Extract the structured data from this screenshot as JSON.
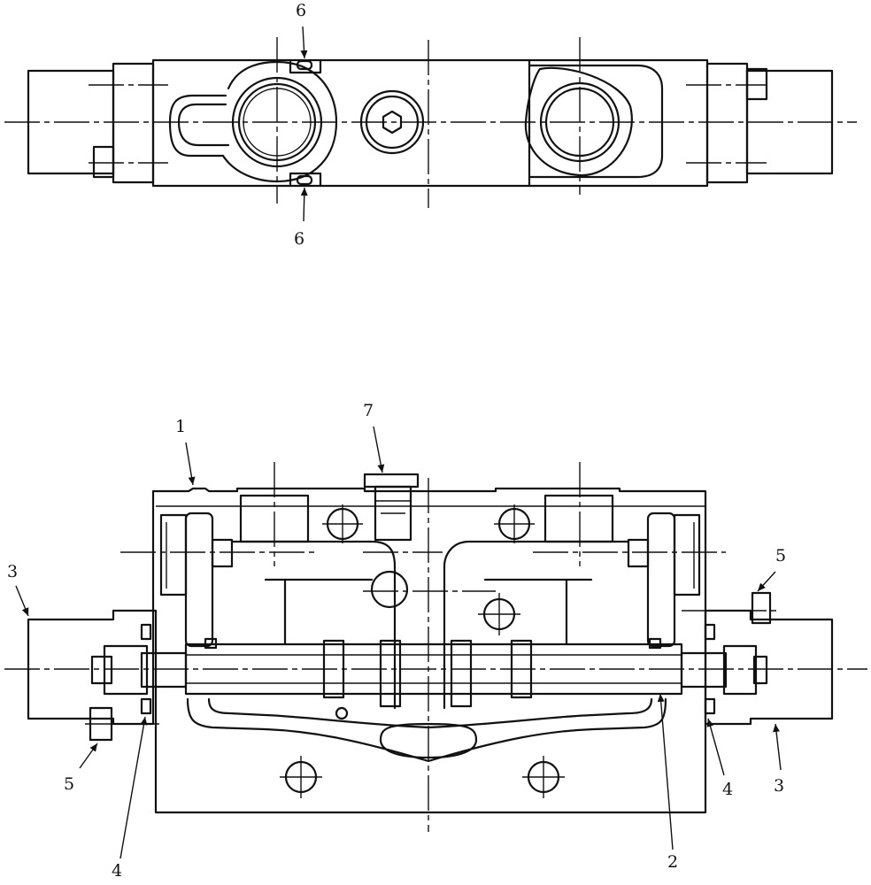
{
  "callouts": {
    "top_view": {
      "seal_upper": "6",
      "seal_lower": "6"
    },
    "section_view": {
      "body": "1",
      "spool": "2",
      "cap_left": "3",
      "cap_right": "3",
      "ring_left": "4",
      "ring_right": "4",
      "bolt_left": "5",
      "bolt_right": "5",
      "plug": "7"
    }
  }
}
